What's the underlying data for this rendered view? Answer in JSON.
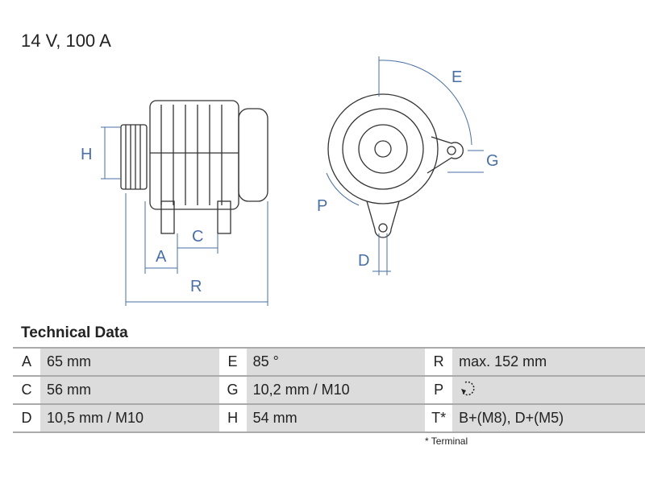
{
  "header": {
    "title": "14 V, 100 A"
  },
  "diagram": {
    "labels": {
      "H": "H",
      "A": "A",
      "C": "C",
      "R": "R",
      "E": "E",
      "G": "G",
      "P": "P",
      "D": "D"
    }
  },
  "technical_data": {
    "heading": "Technical Data",
    "rows": [
      [
        {
          "key": "A",
          "value": "65 mm"
        },
        {
          "key": "E",
          "value": "85 °"
        },
        {
          "key": "R",
          "value": "max. 152 mm"
        }
      ],
      [
        {
          "key": "C",
          "value": "56 mm"
        },
        {
          "key": "G",
          "value": "10,2 mm / M10"
        },
        {
          "key": "P",
          "value": "",
          "icon": "rotation-direction-icon"
        }
      ],
      [
        {
          "key": "D",
          "value": "10,5 mm / M10"
        },
        {
          "key": "H",
          "value": "54 mm"
        },
        {
          "key": "T*",
          "value": "B+(M8), D+(M5)"
        }
      ]
    ],
    "footnote": "* Terminal"
  }
}
